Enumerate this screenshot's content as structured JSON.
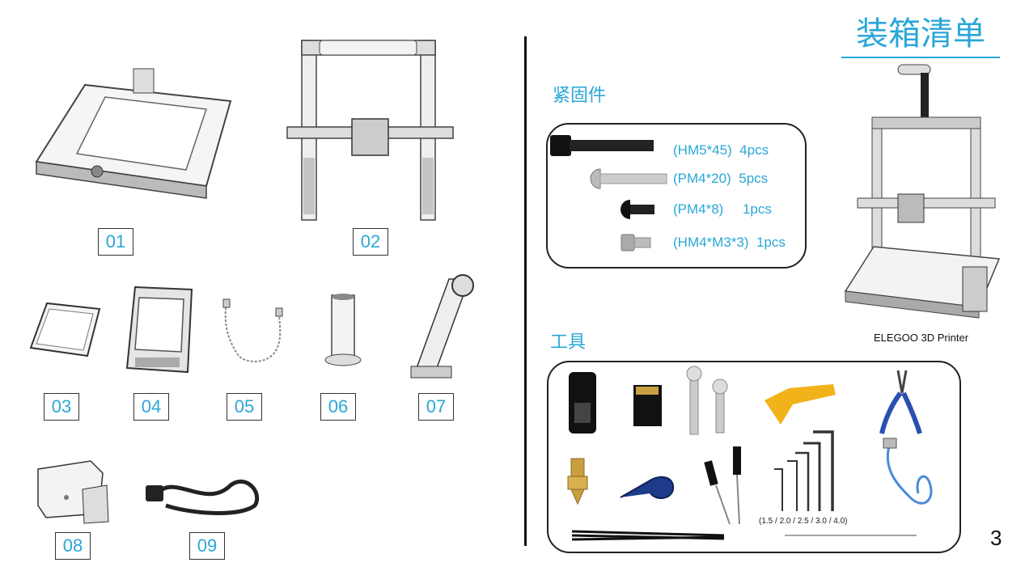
{
  "title": "装箱清单",
  "sections": {
    "fasteners": "紧固件",
    "tools": "工具"
  },
  "parts": [
    {
      "id": "01"
    },
    {
      "id": "02"
    },
    {
      "id": "03"
    },
    {
      "id": "04"
    },
    {
      "id": "05"
    },
    {
      "id": "06"
    },
    {
      "id": "07"
    },
    {
      "id": "08"
    },
    {
      "id": "09"
    }
  ],
  "fasteners": [
    {
      "label": "(HM5*45)  4pcs"
    },
    {
      "label": "(PM4*20)  5pcs"
    },
    {
      "label": "(PM4*8)     1pcs"
    },
    {
      "label": "(HM4*M3*3)  1pcs"
    }
  ],
  "allen_sizes": "(1.5 / 2.0 / 2.5 / 3.0 / 4.0)",
  "printer_label": "ELEGOO 3D Printer",
  "page_number": "3",
  "colors": {
    "accent": "#2aa7d8",
    "text": "#111111",
    "tool_blue": "#2a4fb0",
    "scraper": "#f2b21a",
    "nozzle": "#c9a040"
  }
}
